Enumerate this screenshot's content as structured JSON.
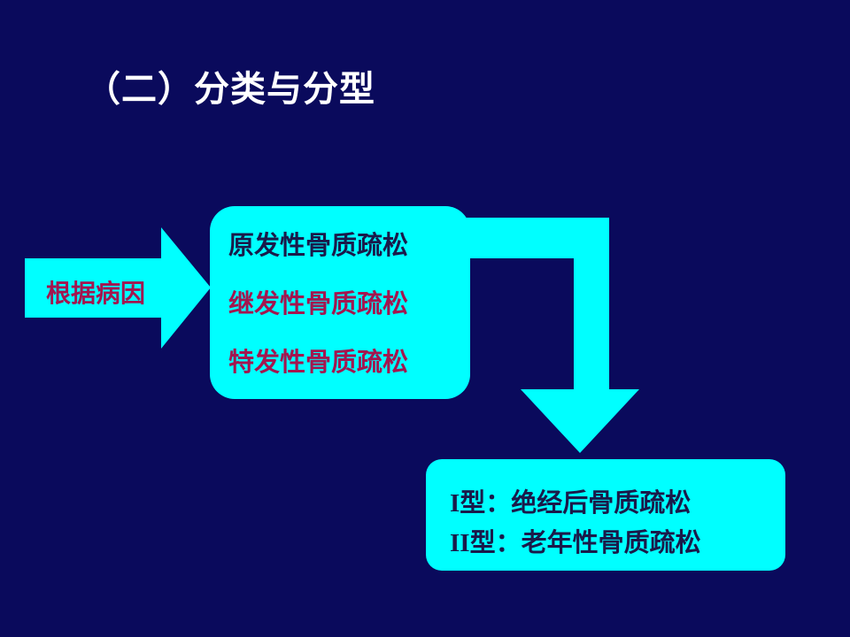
{
  "title": "（二）分类与分型",
  "cause_arrow": {
    "label": "根据病因"
  },
  "primary_box": {
    "items": [
      "原发性骨质疏松",
      "继发性骨质疏松",
      "特发性骨质疏松"
    ]
  },
  "subtype_box": {
    "items": [
      {
        "prefix": "I",
        "text": "型：绝经后骨质疏松"
      },
      {
        "prefix": "II",
        "text": "型：老年性骨质疏松"
      }
    ]
  },
  "colors": {
    "background": "#0a0a5c",
    "shape_fill": "#00ffff",
    "title_text": "#ffffff",
    "dark_text": "#1a1a4a",
    "accent_text": "#a3164f"
  }
}
